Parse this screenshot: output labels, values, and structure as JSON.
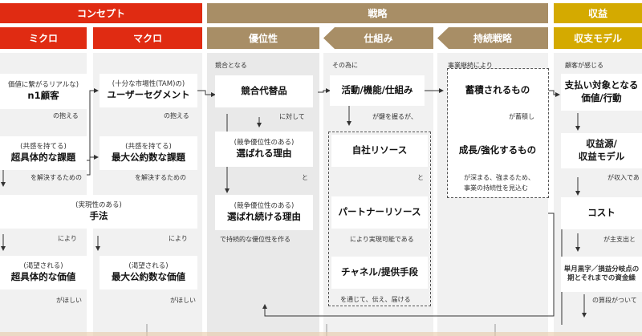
{
  "colors": {
    "concept": "#e02b12",
    "strategy": "#a88e66",
    "revenue": "#d4aa00",
    "column_bg": "#f1f1f1"
  },
  "headers": {
    "concept": "コンセプト",
    "strategy": "戦略",
    "revenue": "収益"
  },
  "subheaders": {
    "micro": "ミクロ",
    "macro": "マクロ",
    "advantage": "優位性",
    "mechanism": "仕組み",
    "sustain": "持続戦略",
    "revenue_model": "収支モデル"
  },
  "micro": {
    "box1_small": "価値に繋がるリアルな)",
    "box1_big": "n1顧客",
    "note1": "の抱える",
    "box2_small": "(共感を持てる)",
    "box2_big": "超具体的な課題",
    "note2": "を解決するための",
    "box3_small": "(渇望される)",
    "box3_big": "超具体的な価値",
    "note3": "がほしい"
  },
  "macro": {
    "box1_small": "(十分な市場性(TAM)の)",
    "box1_big": "ユーザーセグメント",
    "note1": "の抱える",
    "box2_small": "(共感を持てる)",
    "box2_big": "最大公約数な課題",
    "note2": "を解決するための",
    "box3_small": "(渇望される)",
    "box3_big": "最大公約数な価値",
    "note3": "がほしい"
  },
  "shared": {
    "method_small": "(実現性のある)",
    "method_big": "手法",
    "note_micro": "により",
    "note_macro": "により"
  },
  "advantage": {
    "label_top": "競合となる",
    "box1_big": "競合代替品",
    "note1": "に対して",
    "box2_small": "(競争優位性のある)",
    "box2_big": "選ばれる理由",
    "note2": "と",
    "box3_small": "(競争優位性のある)",
    "box3_big": "選ばれ続ける理由",
    "note3": "で持続的な優位性を作る"
  },
  "mechanism": {
    "label_top": "その為に",
    "box1_big": "活動/機能/仕組み",
    "note1": "が鍵を握るが、",
    "box2_big": "自社リソース",
    "note2": "と",
    "box3_big": "パートナーリソース",
    "note3": "により実現可能である",
    "box4_big": "チャネル/提供手段",
    "note4": "を通じて、伝え、届ける"
  },
  "sustain": {
    "label_top": "事業継続により",
    "box1_big": "蓄積されるもの",
    "note1": "が蓄積し",
    "box2_big": "成長/強化するもの",
    "note2a": "が深まる、強まるため、",
    "note2b": "事業の持続性を見込む"
  },
  "revenue": {
    "label_top": "顧客が感じる",
    "box1_big": "支払い対象となる価値/行動",
    "box1_line1": "支払い対象となる",
    "box1_line2": "価値/行動",
    "box2_line1": "収益源/",
    "box2_line2": "収益モデル",
    "note2": "が収入であ",
    "box3_big": "コスト",
    "note3": "が主支出と",
    "box4_line1": "単月黒字／損益分岐点の",
    "box4_line2": "期とそれまでの資金繰",
    "note4": "の算段がついて"
  }
}
